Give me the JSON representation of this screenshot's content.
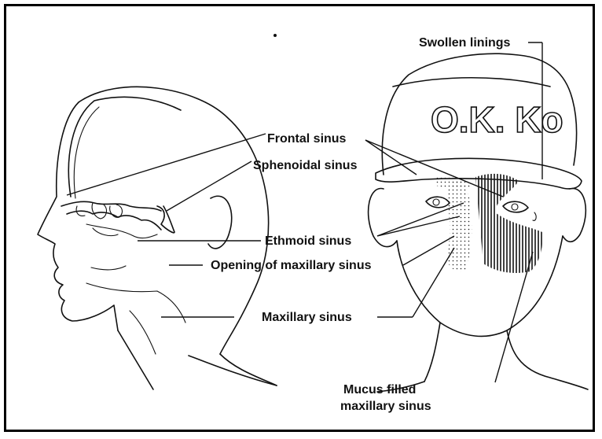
{
  "cap_text": "O.K. Ko",
  "labels": {
    "swollen_linings": "Swollen linings",
    "frontal_sinus": "Frontal sinus",
    "sphenoidal_sinus": "Sphenoidal sinus",
    "ethmoid_sinus": "Ethmoid sinus",
    "opening_maxillary": "Opening of maxillary sinus",
    "maxillary_sinus": "Maxillary sinus",
    "mucus_line1": "Mucus filled",
    "mucus_line2": "maxillary sinus"
  }
}
